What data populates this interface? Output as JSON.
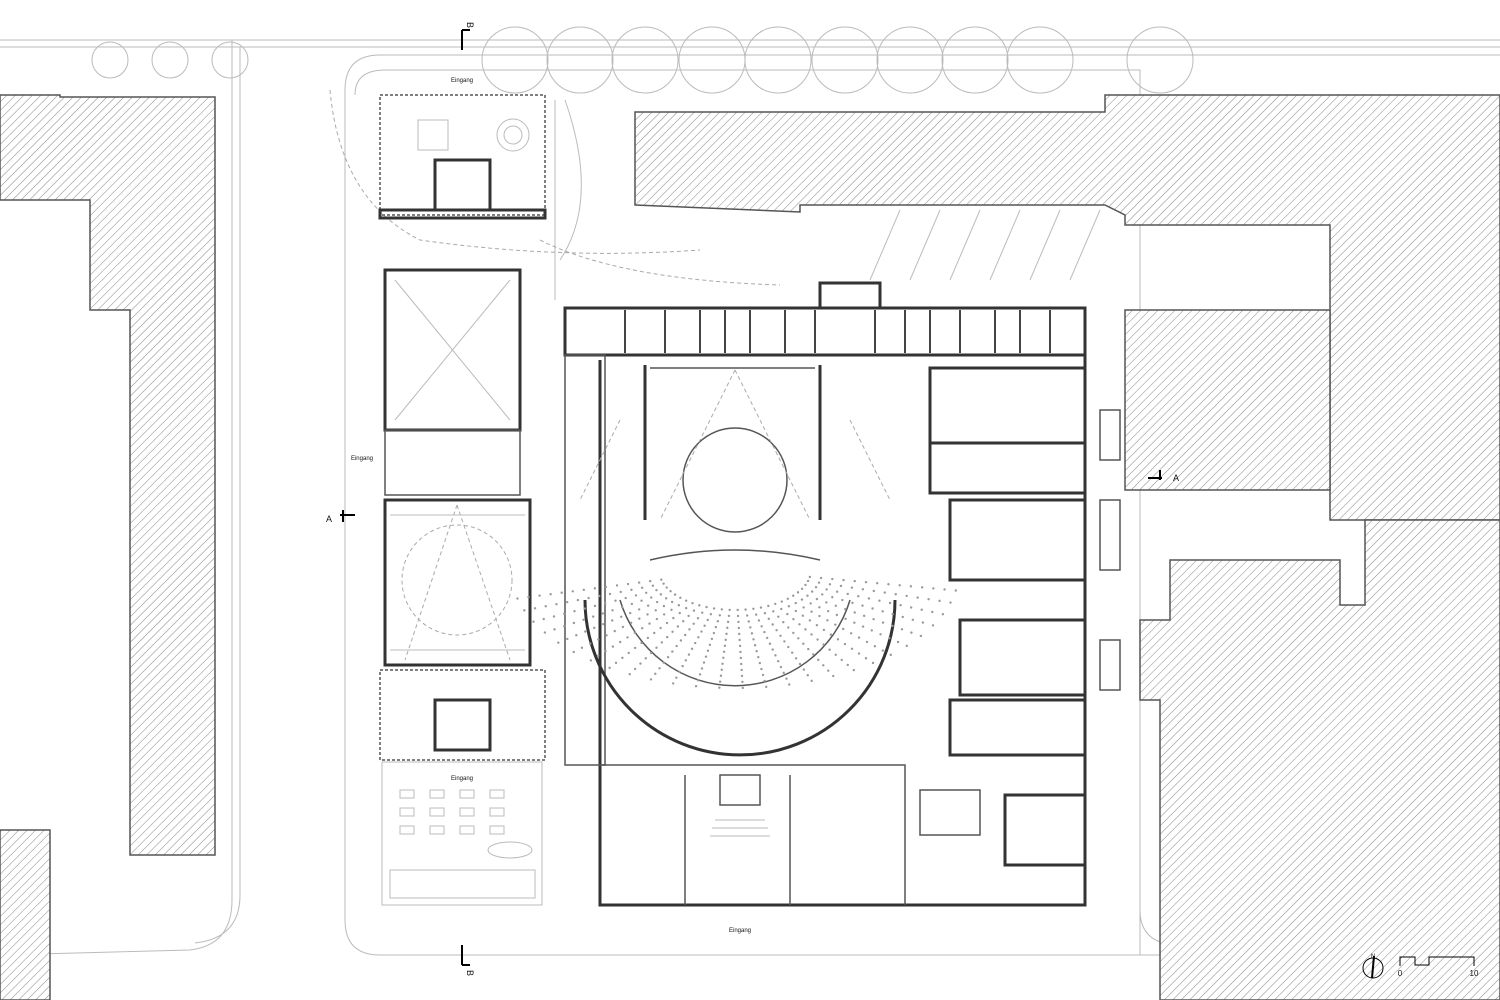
{
  "plan": {
    "section_a_label": "A",
    "section_b_label": "B",
    "entrance_label": "Eingang",
    "north_label": "N",
    "scale": {
      "start": "0",
      "end": "10",
      "unit_span_m": 10
    }
  },
  "colors": {
    "line": "#333333",
    "hatch": "#888888",
    "light": "#bbbbbb"
  }
}
